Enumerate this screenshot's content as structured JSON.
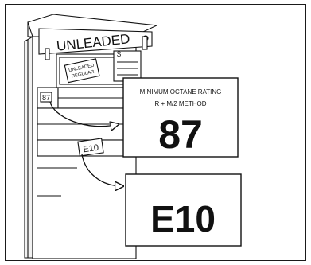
{
  "pump": {
    "brand_text": "UNLEADED",
    "grade_label_line1": "UNLEADED",
    "grade_label_line2": "REGULAR",
    "price_symbol": "$",
    "octane_sticker": "87",
    "ethanol_sticker": "E10"
  },
  "octane_label": {
    "line1": "MINIMUM OCTANE RATING",
    "line2": "R + M/2 METHOD",
    "value": "87"
  },
  "ethanol_label": {
    "value": "E10"
  },
  "colors": {
    "ink": "#111111",
    "paper": "#ffffff"
  }
}
